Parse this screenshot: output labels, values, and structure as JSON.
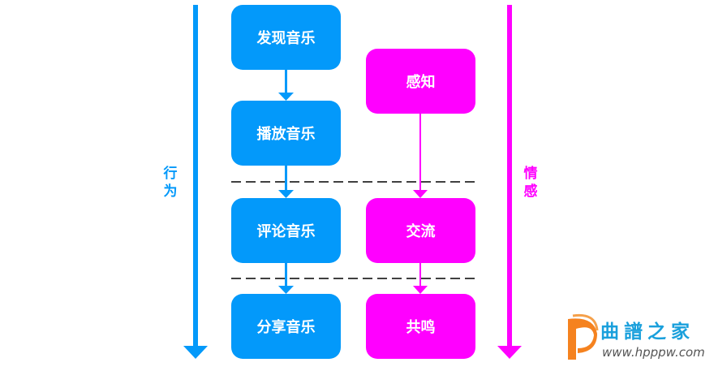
{
  "colors": {
    "behavior": "#0399fa",
    "emotion": "#ff00ff",
    "divider": "#000000"
  },
  "axes": {
    "behavior_label": "行为",
    "emotion_label": "情感"
  },
  "behavior_steps": [
    {
      "label": "发现音乐"
    },
    {
      "label": "播放音乐"
    },
    {
      "label": "评论音乐"
    },
    {
      "label": "分享音乐"
    }
  ],
  "emotion_steps": [
    {
      "label": "感知"
    },
    {
      "label": "交流"
    },
    {
      "label": "共鸣"
    }
  ],
  "watermark": {
    "title": "曲譜之家",
    "url": "www.hpppw.com"
  }
}
